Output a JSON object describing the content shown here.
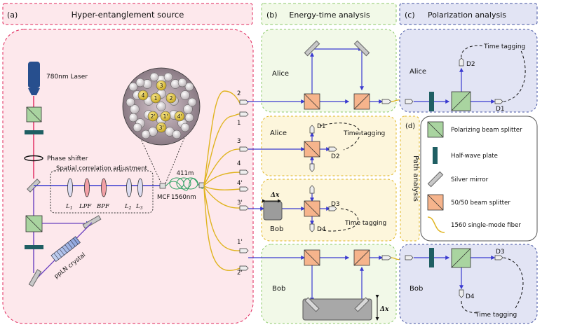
{
  "panels": {
    "a": {
      "tag": "(a)",
      "title": "Hyper-entanglement source"
    },
    "b": {
      "tag": "(b)",
      "title": "Energy-time analysis"
    },
    "c": {
      "tag": "(c)",
      "title": "Polarization analysis"
    },
    "d": {
      "tag": "(d)",
      "title": "Path analysis"
    }
  },
  "source": {
    "laser": "780nm Laser",
    "phase_shifter": "Phase shifter",
    "spatial": "Spatial correlation adjustment",
    "lenses": [
      "L",
      "LPF",
      "BPF",
      "L",
      "L"
    ],
    "lens_subs": [
      "1",
      "",
      "",
      "2",
      "3"
    ],
    "crystal": "ppLN crystal",
    "mcf": "MCF",
    "fiber_len": "411m",
    "wavelength": "1560nm",
    "cores": [
      "1",
      "2",
      "3",
      "4",
      "1'",
      "2'",
      "3'",
      "4'"
    ]
  },
  "fiber_ports": [
    "2",
    "1",
    "3",
    "4",
    "4'",
    "3'",
    "1'",
    "2'"
  ],
  "labels": {
    "alice": "Alice",
    "bob": "Bob",
    "time_tagging": "Time tagging",
    "delta": "Δx"
  },
  "detectors": {
    "d1": "D1",
    "d2": "D2",
    "d3": "D3",
    "d4": "D4"
  },
  "legend": [
    {
      "icon": "pbs-icon",
      "label": "Polarizing beam splitter"
    },
    {
      "icon": "hwp-icon",
      "label": "Half-wave plate"
    },
    {
      "icon": "mirror-icon",
      "label": "Silver mirror"
    },
    {
      "icon": "bs-icon",
      "label": "50/50 beam splitter"
    },
    {
      "icon": "fiber-icon",
      "label": "1560 single-mode fiber"
    }
  ],
  "colors": {
    "pbs": "#a9d4a0",
    "bs": "#f6b48c",
    "hwp": "#1f5f63",
    "beam": "#3a3ad0",
    "fiber": "#e0b420",
    "red_beam": "#e0245a"
  }
}
